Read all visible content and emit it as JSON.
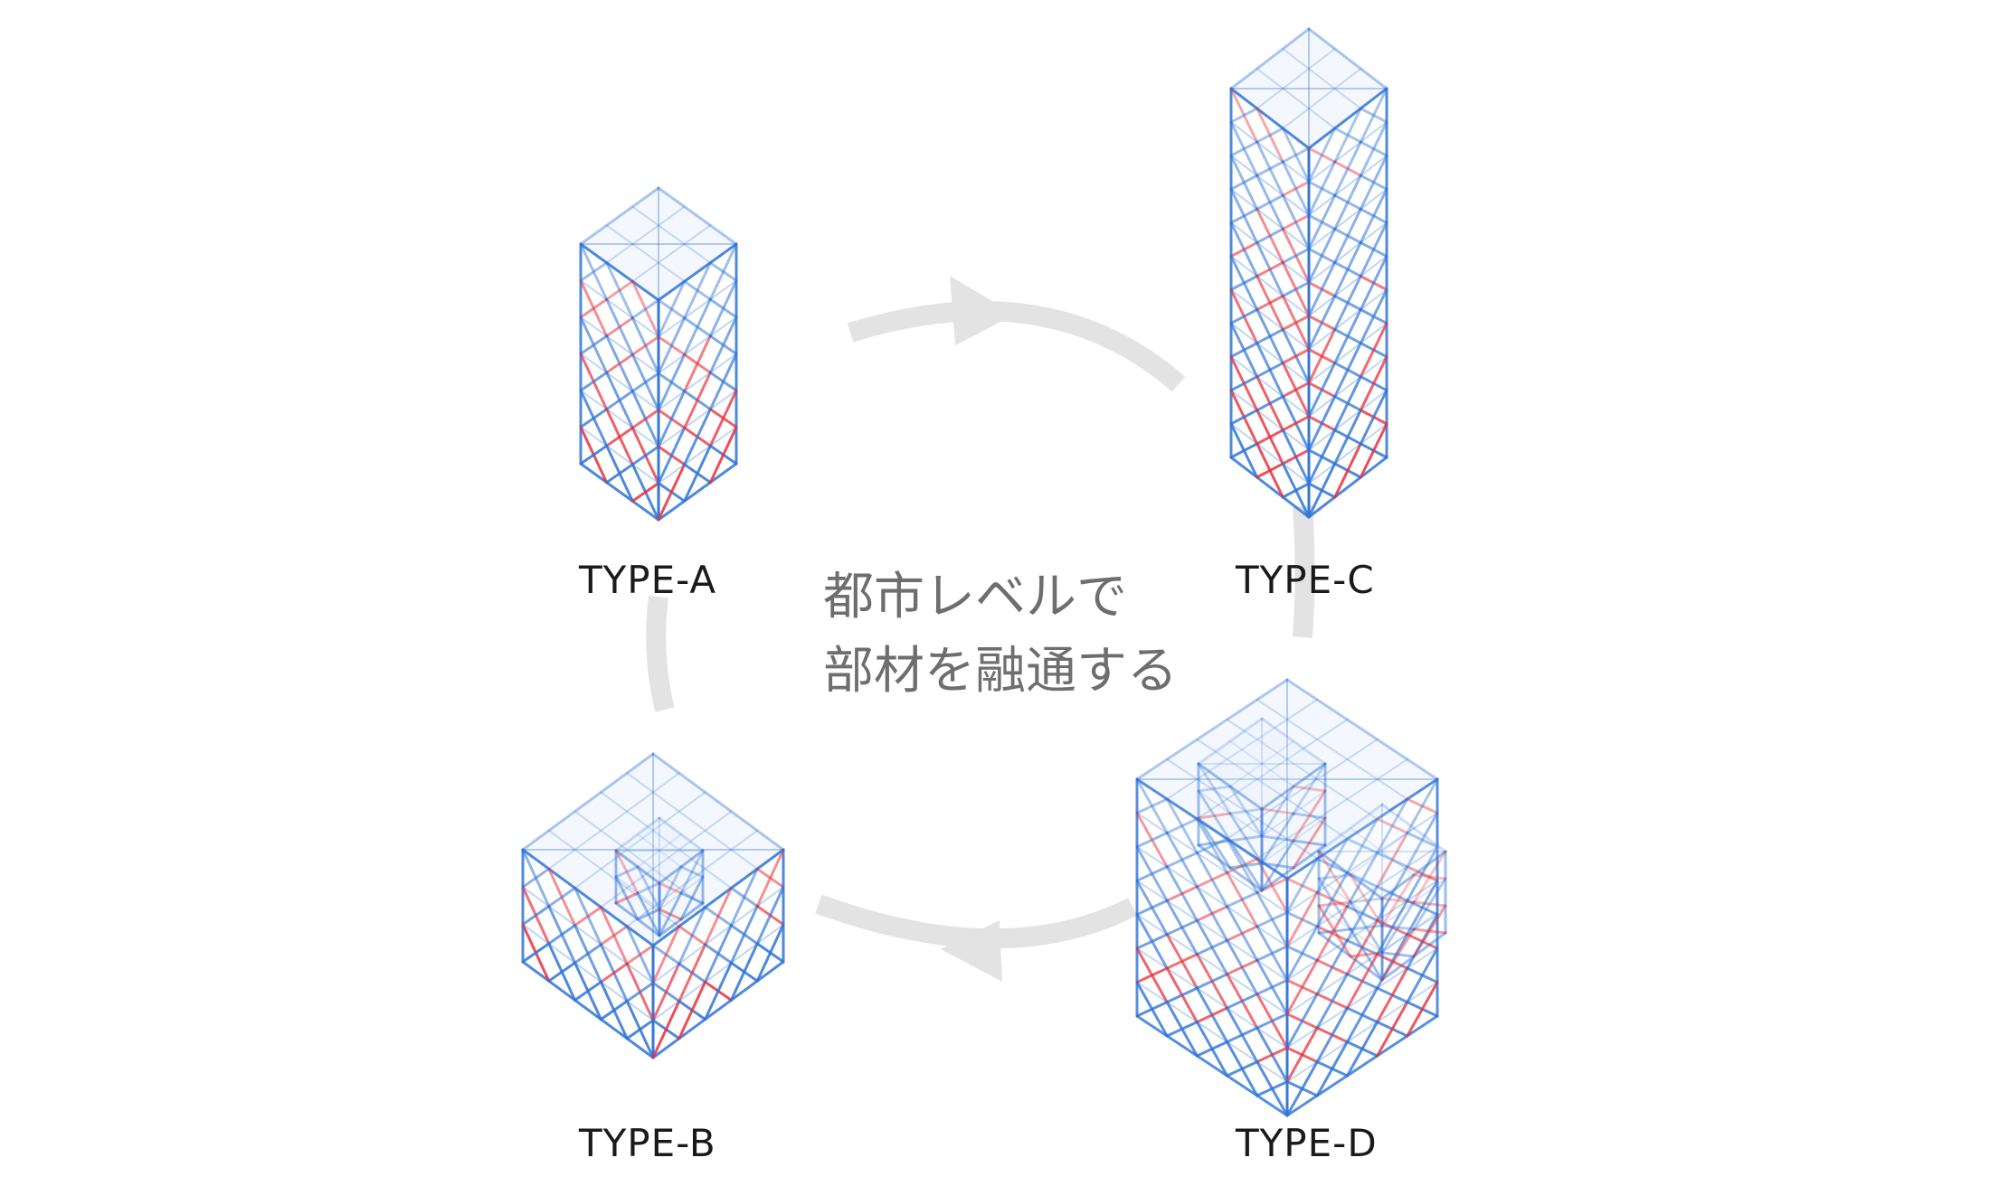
{
  "center_text": {
    "line1": "都市レベルで",
    "line2": "部材を融通する"
  },
  "types": [
    {
      "id": "a",
      "label": "TYPE-A"
    },
    {
      "id": "b",
      "label": "TYPE-B"
    },
    {
      "id": "c",
      "label": "TYPE-C"
    },
    {
      "id": "d",
      "label": "TYPE-D"
    }
  ],
  "colors": {
    "blue_member": "#2f74d8",
    "red_member": "#e8303a",
    "cycle_arrow": "#e3e3e3",
    "label_text": "#1a1a1a",
    "center_text": "#6e6e6e"
  },
  "icons": {
    "cycle": "cycle-arrows-icon",
    "structure": "lattice-frame-icon"
  }
}
